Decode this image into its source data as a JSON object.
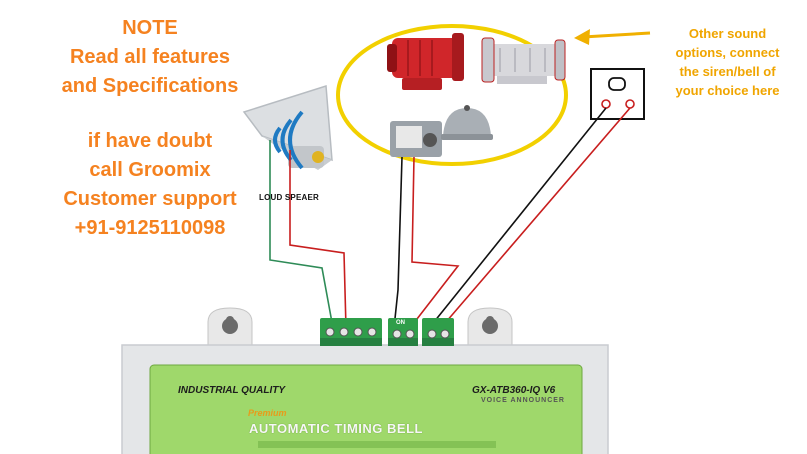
{
  "note": {
    "title": "NOTE",
    "line1": "Read all features",
    "line2": "and Specifications",
    "line3": "if have doubt",
    "line4": "call Groomix",
    "line5": "Customer support",
    "phone": "+91-9125110098"
  },
  "callout": {
    "line1": "Other sound",
    "line2": "options, connect",
    "line3": "the siren/bell of",
    "line4": "your choice here"
  },
  "speaker": {
    "label": "LOUD SPEAER"
  },
  "device": {
    "quality": "INDUSTRIAL QUALITY",
    "model": "GX-ATB360-IQ V6",
    "voice": "VOICE ANNOUNCER",
    "premium": "Premium",
    "product": "AUTOMATIC TIMING BELL"
  },
  "ports": {
    "on": "ON"
  },
  "colors": {
    "note_orange": "#f58220",
    "callout_yellow": "#f0a500",
    "device_green": "#9fd86b",
    "terminal_green": "#2f9e4a",
    "wire_red": "#c81e1e"
  }
}
